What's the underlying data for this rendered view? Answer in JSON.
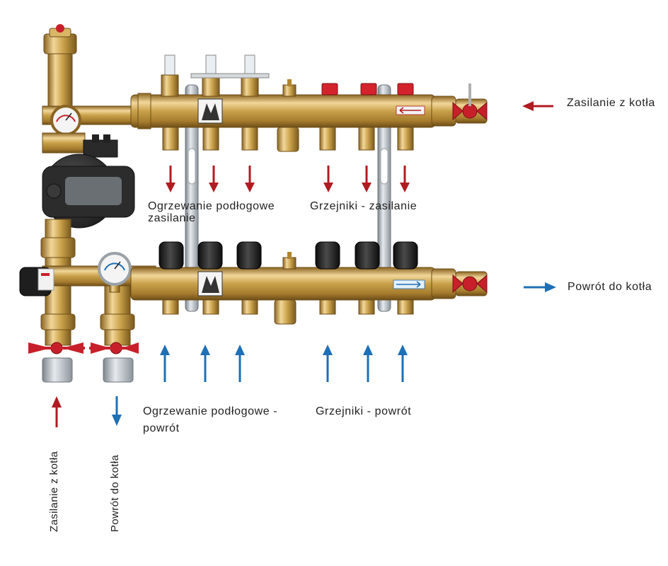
{
  "labels": {
    "supply_from_boiler_right": "Zasilanie z kotła",
    "return_to_boiler_right": "Powrót do kotła",
    "underfloor_supply_line1": "Ogrzewanie podłogowe",
    "underfloor_supply_line2": "zasilanie",
    "radiators_supply": "Grzejniki - zasilanie",
    "underfloor_return_line1": "Ogrzewanie podłogowe -",
    "underfloor_return_line2": "powrót",
    "radiators_return": "Grzejniki - powrót",
    "supply_from_boiler_vertical": "Zasilanie z kotła",
    "return_to_boiler_vertical": "Powrót do kotła"
  },
  "colors": {
    "supply_arrow": "#b01c22",
    "return_arrow": "#1e6fb5",
    "brass": "#c9a14a",
    "valve_handle": "#c8202a",
    "cap_black": "#1c1c1c"
  }
}
